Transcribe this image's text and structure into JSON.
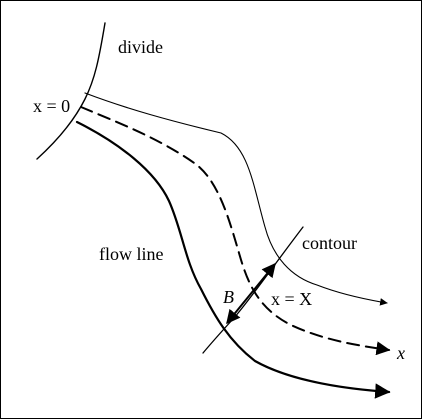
{
  "diagram": {
    "labels": {
      "divide": "divide",
      "origin": "x = 0",
      "contour": "contour",
      "flow_line": "flow line",
      "width": "B",
      "end_position": "x = X",
      "axis": "x"
    },
    "colors": {
      "ink": "#000000",
      "background": "#ffffff"
    }
  }
}
